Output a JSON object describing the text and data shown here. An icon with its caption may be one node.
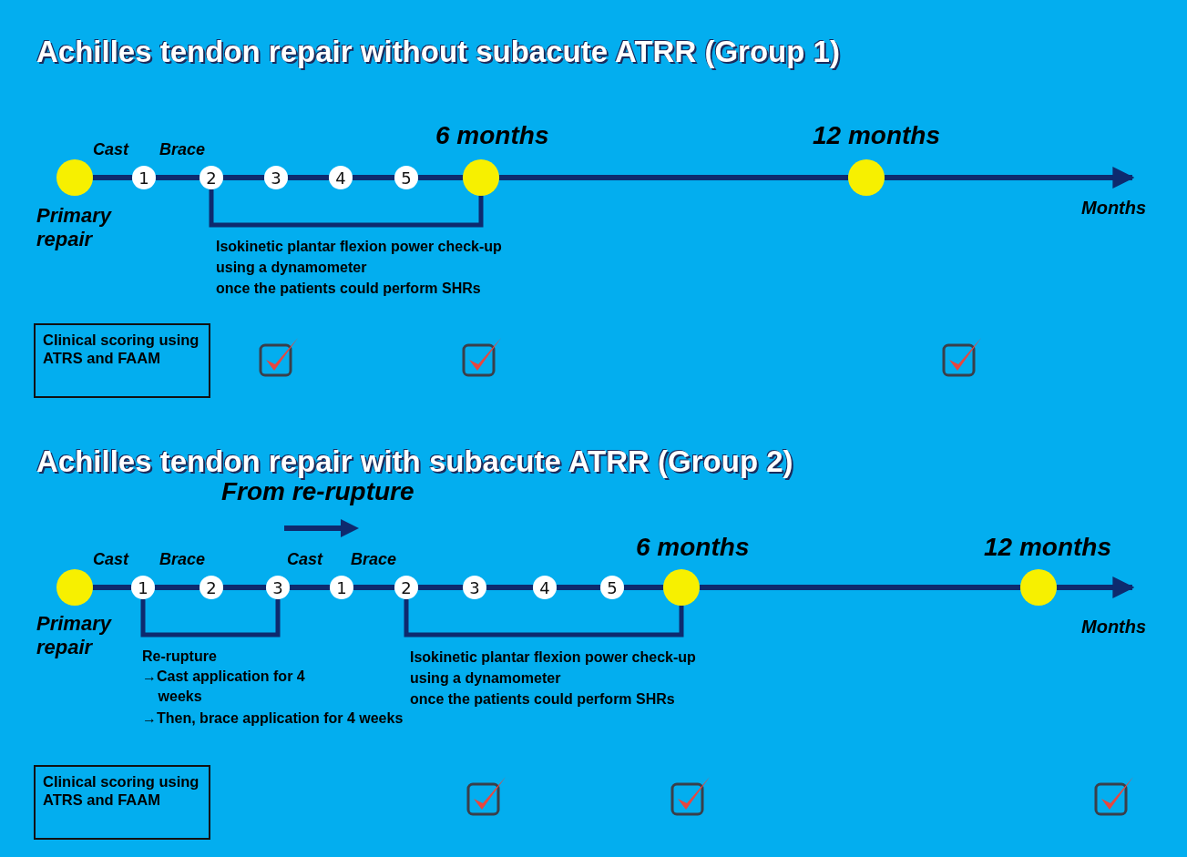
{
  "diagram": {
    "nodes": [
      {
        "text": [],
        "shape": "circle",
        "beside": [
          "Primary repair"
        ]
      },
      {
        "text": [
          "1"
        ]
      },
      {
        "text": [
          "2"
        ]
      },
      {
        "text": [
          "3"
        ]
      },
      {
        "text": [
          "4"
        ]
      },
      {
        "text": [
          "5"
        ]
      },
      {
        "text": [],
        "shape": "circle",
        "beside": [
          "6 months"
        ]
      },
      {
        "text": [],
        "shape": "circle",
        "beside": [
          "12 months"
        ]
      },
      {
        "text": [
          "Clinical scoring using ATRS and FAAM"
        ]
      },
      {
        "text": [],
        "shape": "circle",
        "beside": [
          "Primary repair"
        ]
      },
      {
        "text": [
          "1"
        ]
      },
      {
        "text": [
          "2"
        ]
      },
      {
        "text": [
          "3"
        ]
      },
      {
        "text": [
          "1"
        ]
      },
      {
        "text": [
          "2"
        ]
      },
      {
        "text": [
          "3"
        ]
      },
      {
        "text": [
          "4"
        ]
      },
      {
        "text": [
          "5"
        ]
      },
      {
        "text": [],
        "shape": "circle",
        "beside": [
          "6 months"
        ]
      },
      {
        "text": [],
        "shape": "circle",
        "beside": [
          "12 months"
        ]
      },
      {
        "text": [
          "Clinical scoring using ATRS and FAAM"
        ]
      }
    ],
    "edges": [
      {
        "from": 0,
        "to": 1,
        "arrow": "none"
      },
      {
        "from": 1,
        "to": 2,
        "arrow": "none"
      },
      {
        "from": 2,
        "to": 3,
        "arrow": "none"
      },
      {
        "from": 3,
        "to": 4,
        "arrow": "none"
      },
      {
        "from": 4,
        "to": 5,
        "arrow": "none"
      },
      {
        "from": 5,
        "to": 6,
        "arrow": "none"
      },
      {
        "from": 6,
        "to": 7,
        "arrow": "none"
      },
      {
        "from": 7,
        "to": null,
        "arrow": "to"
      },
      {
        "from": 2,
        "to": 6,
        "arrow": "none"
      },
      {
        "from": 9,
        "to": 10,
        "arrow": "none"
      },
      {
        "from": 10,
        "to": 11,
        "arrow": "none"
      },
      {
        "from": 11,
        "to": 12,
        "arrow": "none"
      },
      {
        "from": 12,
        "to": 13,
        "arrow": "none"
      },
      {
        "from": 13,
        "to": 14,
        "arrow": "none"
      },
      {
        "from": 14,
        "to": 15,
        "arrow": "none"
      },
      {
        "from": 15,
        "to": 16,
        "arrow": "none"
      },
      {
        "from": 16,
        "to": 17,
        "arrow": "none"
      },
      {
        "from": 17,
        "to": 18,
        "arrow": "none"
      },
      {
        "from": 18,
        "to": 19,
        "arrow": "none"
      },
      {
        "from": 19,
        "to": null,
        "arrow": "to"
      },
      {
        "from": 10,
        "to": 12,
        "arrow": "none"
      },
      {
        "from": 14,
        "to": 18,
        "arrow": "none"
      }
    ],
    "labels": [
      "Achilles tendon repair without subacute ATRR (Group 1)",
      "Cast",
      "Brace",
      "Months",
      "Isokinetic plantar flexion power check-up",
      "using a dynamometer",
      "once the patients could perform SHRs",
      "Achilles tendon repair with subacute ATRR (Group 2)",
      "From re-rupture",
      "Cast",
      "Brace",
      "Cast",
      "Brace",
      "Months",
      "Re-rupture",
      "→Cast application for 4 weeks",
      "→Then, brace application for 4 weeks",
      "Isokinetic plantar flexion power check-up",
      "using a dynamometer",
      "once the patients could perform SHRs"
    ]
  }
}
